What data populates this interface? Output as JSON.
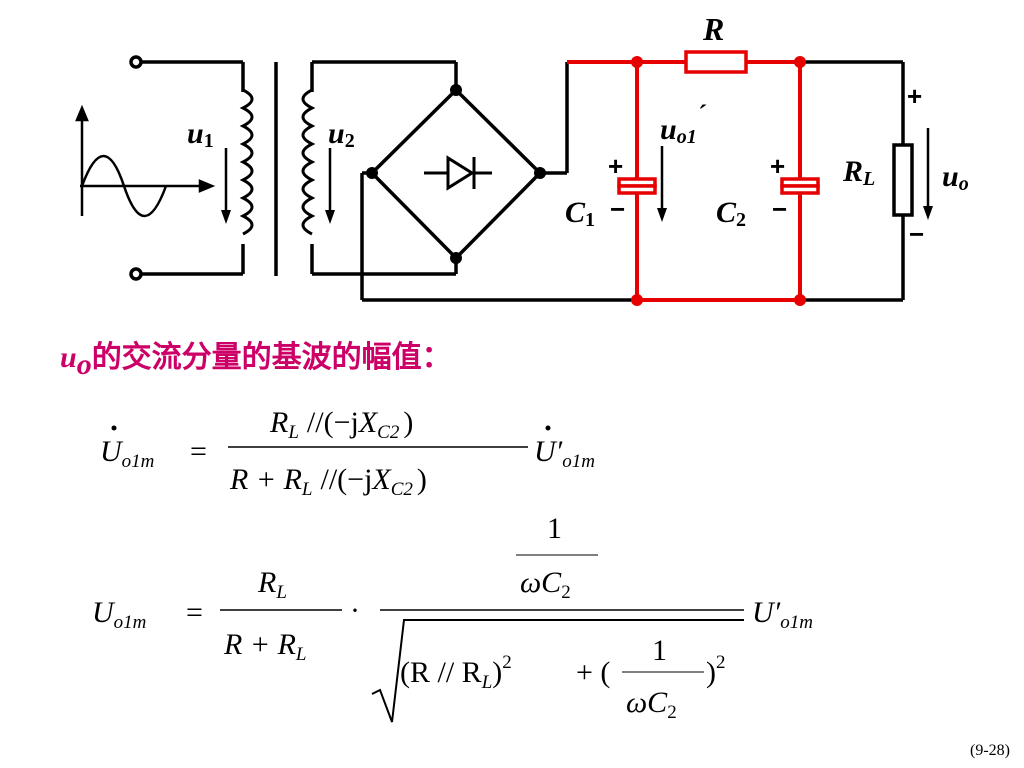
{
  "circuit": {
    "u1_label": "u",
    "u1_sub": "1",
    "u2_label": "u",
    "u2_sub": "2",
    "uo1_label": "u",
    "uo1_sub": "o1",
    "uo1_prime": "´",
    "R_label": "R",
    "RL_label": "R",
    "RL_sub": "L",
    "C1_label": "C",
    "C1_sub": "1",
    "C2_label": "C",
    "C2_sub": "2",
    "uo_label": "u",
    "uo_sub": "o",
    "plus": "+",
    "minus": "−",
    "colors": {
      "wire": "#000000",
      "filter": "#e60000",
      "heading": "#cc0066"
    }
  },
  "heading": {
    "var": "u",
    "var_sub": "o",
    "text": "的交流分量的基波的幅值："
  },
  "formula1": {
    "lhs": "U",
    "lhs_sub": "o1m",
    "eq": "=",
    "num": "R",
    "num_sub": "L",
    "num_par": "//(−j",
    "num_x": "X",
    "num_xsub": "C2",
    "num_close": ")",
    "den_a": "R + R",
    "den_sub": "L",
    "den_par": "//(−j",
    "den_x": "X",
    "den_xsub": "C2",
    "den_close": ")",
    "rhs": "U′",
    "rhs_sub": "o1m"
  },
  "formula2": {
    "lhs": "U",
    "lhs_sub": "o1m",
    "eq": "=",
    "f_num": "R",
    "f_num_sub": "L",
    "f_den": "R + R",
    "f_den_sub": "L",
    "dot": "·",
    "one": "1",
    "omega_c": "ωC",
    "c_sub": "2",
    "rad_a": "(R // R",
    "rad_a_sub": "L",
    "rad_a_close": ")",
    "sq": "2",
    "plus": "+ (",
    "close_b": ")",
    "rhs": "U′",
    "rhs_sub": "o1m"
  },
  "page": "(9-28)"
}
